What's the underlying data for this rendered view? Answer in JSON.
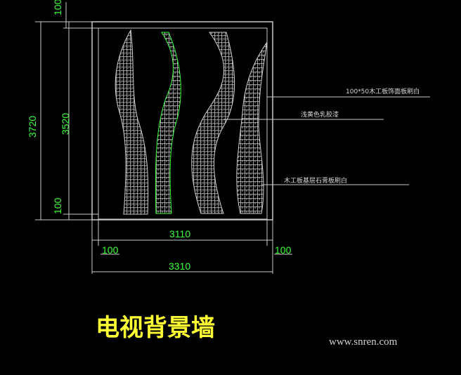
{
  "drawing": {
    "title": "电视背景墙",
    "watermark": "www.snren.com",
    "dimensions": {
      "left_top": "100",
      "left_mid": "3520",
      "left_bottom": "100",
      "left_total": "3720",
      "inner_width": "3110",
      "bottom_left": "100",
      "bottom_right": "100",
      "total_width": "3310"
    },
    "notes": {
      "frame_note": "100*50木工板饰面板刷白",
      "paint_note": "浅黄色乳胶漆",
      "base_note": "木工板基层石膏板刷白"
    },
    "colors": {
      "background": "#000000",
      "frame": "#c8c8c8",
      "dimension": "#3cff3c",
      "title": "#ffff33"
    }
  }
}
